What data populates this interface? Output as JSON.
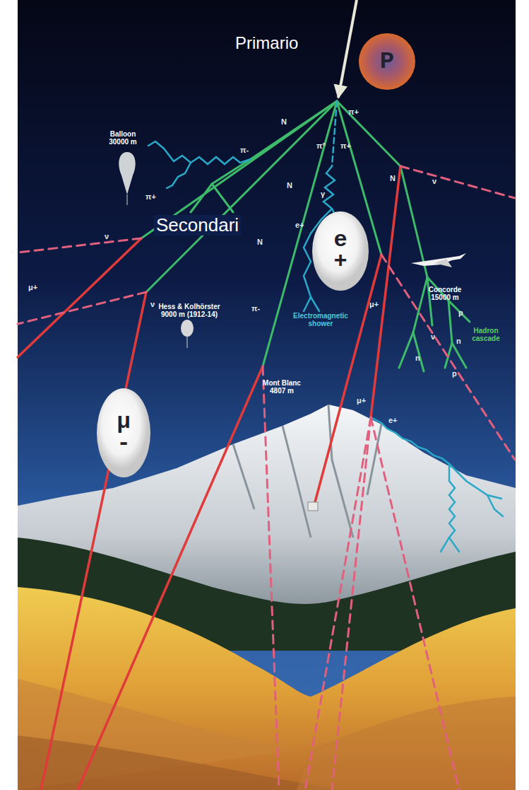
{
  "diagram": {
    "nodes": [
      {
        "text": [
          "P"
        ]
      },
      {
        "text": [
          "e +"
        ]
      },
      {
        "text": [
          "μ -"
        ]
      }
    ],
    "labels": [
      "Primario",
      "Secondari",
      "Balloon 30000 m",
      "Hess & Kolhörster 9000 m (1912-14)",
      "Mont Blanc 4807 m",
      "Concorde 15000 m",
      "Electromagnetic shower",
      "Hadron cascade",
      "N",
      "N",
      "N",
      "N",
      "π+",
      "π°",
      "π+",
      "π-",
      "π+",
      "ν",
      "ν",
      "ν",
      "ν",
      "μ+",
      "μ+",
      "μ+",
      "e+",
      "e+",
      "γ",
      "π-",
      "p",
      "n",
      "n",
      "p"
    ]
  }
}
